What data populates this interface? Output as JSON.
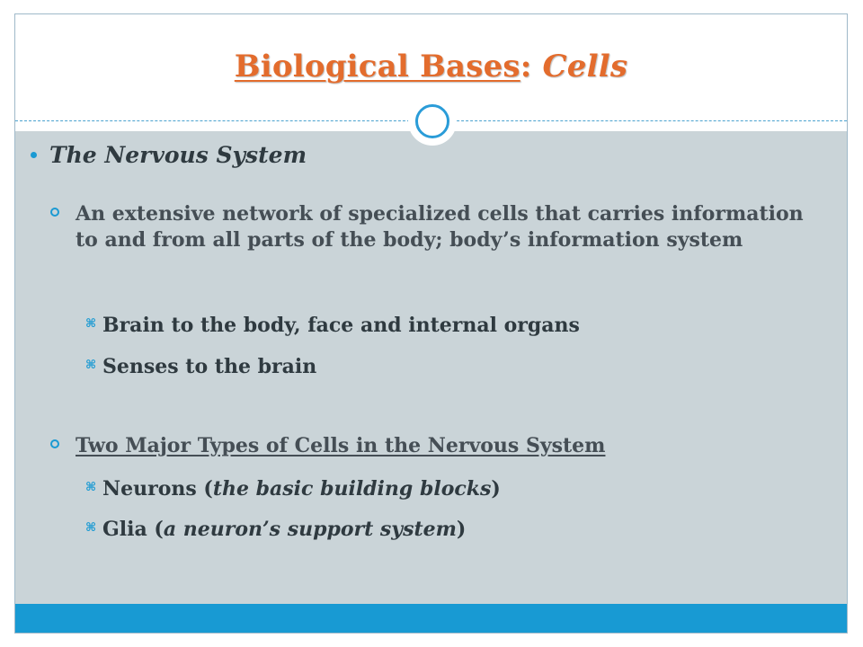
{
  "slide": {
    "title_main": "Biological Bases",
    "title_colon": ": ",
    "title_sub": "Cells",
    "colors": {
      "title": "#e36c2d",
      "accent": "#1a9ad3",
      "content_bg": "#cad4d8"
    }
  },
  "content": {
    "heading": "The Nervous System",
    "definition": "An extensive network of specialized cells that carries information to and from all parts of the body; body’s information system",
    "sub1": "Brain to the body, face and internal organs",
    "sub2": "Senses to the brain",
    "types_heading": "Two Major Types of Cells in the Nervous System",
    "neurons_pre": "Neurons (",
    "neurons_it": "the basic building blocks",
    "neurons_post": ")",
    "glia_pre": "Glia (",
    "glia_it": "a neuron’s support system",
    "glia_post": ")"
  }
}
